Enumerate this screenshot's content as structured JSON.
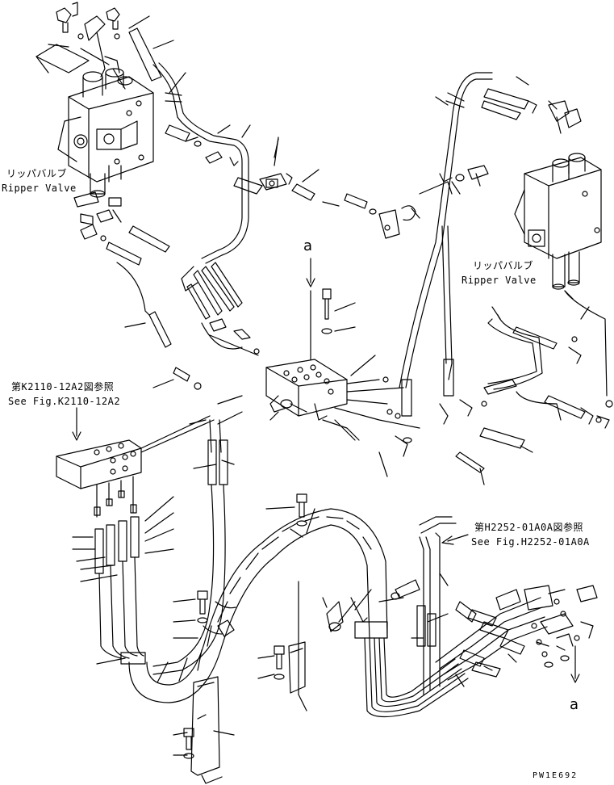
{
  "diagram": {
    "labels": {
      "ripper_valve_left_jp": "リッパバルブ",
      "ripper_valve_left_en": "Ripper Valve",
      "ripper_valve_right_jp": "リッパバルブ",
      "ripper_valve_right_en": "Ripper Valve",
      "ref_k2110_jp": "第K2110-12A2図参照",
      "ref_k2110_en": "See Fig.K2110-12A2",
      "ref_h2252_jp": "第H2252-01A0A図参照",
      "ref_h2252_en": "See Fig.H2252-01A0A",
      "marker_a_top": "a",
      "marker_a_bottom": "a",
      "drawing_code": "PW1E692"
    }
  }
}
